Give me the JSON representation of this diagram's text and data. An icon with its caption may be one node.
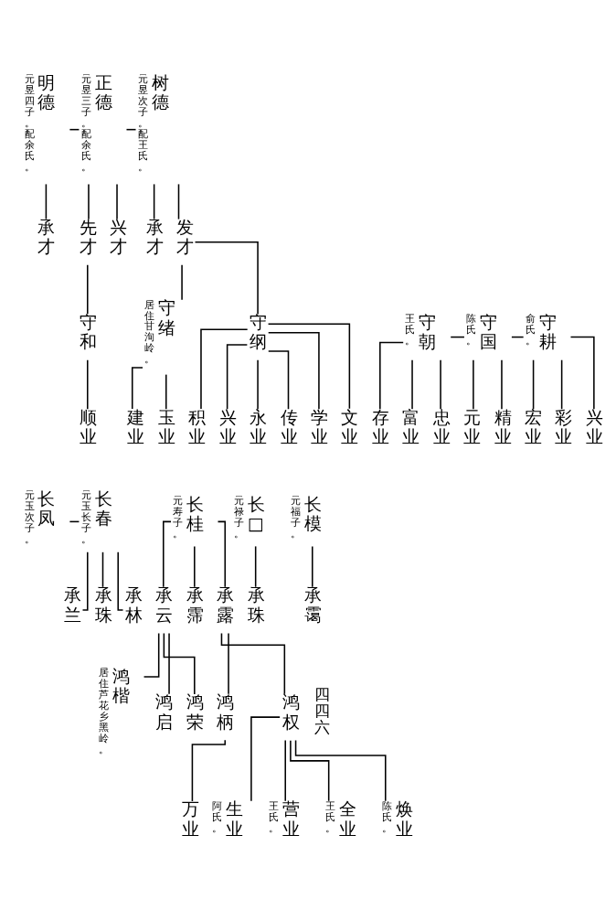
{
  "diagram": {
    "nodes": [
      {
        "text": [
          "树德"
        ],
        "beside": [
          "元昱次子。配王氏。"
        ]
      },
      {
        "text": [
          "正德"
        ],
        "beside": [
          "元昱三子。配余氏。"
        ]
      },
      {
        "text": [
          "明德"
        ],
        "beside": [
          "元昱四子。配余氏。"
        ]
      },
      {
        "text": [
          "发才"
        ]
      },
      {
        "text": [
          "承才"
        ]
      },
      {
        "text": [
          "兴才"
        ]
      },
      {
        "text": [
          "先才"
        ]
      },
      {
        "text": [
          "承才"
        ]
      },
      {
        "text": [
          "守纲"
        ]
      },
      {
        "text": [
          "守绪"
        ],
        "beside": [
          "居住甘洵岭。"
        ]
      },
      {
        "text": [
          "守和"
        ]
      },
      {
        "text": [
          "守耕"
        ],
        "beside": [
          "俞氏。"
        ]
      },
      {
        "text": [
          "守国"
        ],
        "beside": [
          "陈氏。"
        ]
      },
      {
        "text": [
          "守朝"
        ],
        "beside": [
          "王氏。"
        ]
      },
      {
        "text": [
          "兴业"
        ]
      },
      {
        "text": [
          "彩业"
        ]
      },
      {
        "text": [
          "宏业"
        ]
      },
      {
        "text": [
          "精业"
        ]
      },
      {
        "text": [
          "元业"
        ]
      },
      {
        "text": [
          "忠业"
        ]
      },
      {
        "text": [
          "富业"
        ]
      },
      {
        "text": [
          "存业"
        ]
      },
      {
        "text": [
          "文业"
        ]
      },
      {
        "text": [
          "学业"
        ]
      },
      {
        "text": [
          "传业"
        ]
      },
      {
        "text": [
          "永业"
        ]
      },
      {
        "text": [
          "兴业"
        ]
      },
      {
        "text": [
          "积业"
        ]
      },
      {
        "text": [
          "玉业"
        ]
      },
      {
        "text": [
          "建业"
        ]
      },
      {
        "text": [
          "顺业"
        ]
      },
      {
        "text": [
          "长模"
        ],
        "beside": [
          "元福子。"
        ]
      },
      {
        "text": [
          "长□"
        ],
        "beside": [
          "元禄子。"
        ]
      },
      {
        "text": [
          "长桂"
        ],
        "beside": [
          "元寿子。"
        ]
      },
      {
        "text": [
          "长春"
        ],
        "beside": [
          "元玉长子。"
        ]
      },
      {
        "text": [
          "长凤"
        ],
        "beside": [
          "元玉次子。"
        ]
      },
      {
        "text": [
          "承霭"
        ]
      },
      {
        "text": [
          "承珠"
        ]
      },
      {
        "text": [
          "承露"
        ]
      },
      {
        "text": [
          "承霈"
        ]
      },
      {
        "text": [
          "承云"
        ]
      },
      {
        "text": [
          "承林"
        ]
      },
      {
        "text": [
          "承珠"
        ]
      },
      {
        "text": [
          "承兰"
        ]
      },
      {
        "text": [
          "鸿权"
        ]
      },
      {
        "text": [
          "鸿柄"
        ]
      },
      {
        "text": [
          "鸿荣"
        ]
      },
      {
        "text": [
          "鸿启"
        ]
      },
      {
        "text": [
          "鸿楷"
        ],
        "beside": [
          "居住芦花乡黑岭。"
        ]
      },
      {
        "text": [
          "焕业"
        ],
        "beside": [
          "陈氏。"
        ]
      },
      {
        "text": [
          "全业"
        ],
        "beside": [
          "王氏。"
        ]
      },
      {
        "text": [
          "营业"
        ],
        "beside": [
          "王氏。"
        ]
      },
      {
        "text": [
          "生业"
        ],
        "beside": [
          "阿氏。"
        ]
      },
      {
        "text": [
          "万业"
        ]
      }
    ],
    "edges": [
      {
        "from": 2,
        "to": 1,
        "arrow": "none"
      },
      {
        "from": 1,
        "to": 0,
        "arrow": "none"
      },
      {
        "from": 0,
        "to": 4,
        "arrow": "none"
      },
      {
        "from": 0,
        "to": 3,
        "arrow": "none"
      },
      {
        "from": 1,
        "to": 6,
        "arrow": "none"
      },
      {
        "from": 1,
        "to": 5,
        "arrow": "none"
      },
      {
        "from": 2,
        "to": 7,
        "arrow": "none"
      },
      {
        "from": 3,
        "to": 9,
        "arrow": "none"
      },
      {
        "from": 3,
        "to": 8,
        "arrow": "none"
      },
      {
        "from": 6,
        "to": 10,
        "arrow": "none"
      },
      {
        "from": 13,
        "to": 12,
        "arrow": "none"
      },
      {
        "from": 12,
        "to": 11,
        "arrow": "none"
      },
      {
        "from": 8,
        "to": 27,
        "arrow": "none"
      },
      {
        "from": 8,
        "to": 26,
        "arrow": "none"
      },
      {
        "from": 8,
        "to": 25,
        "arrow": "none"
      },
      {
        "from": 8,
        "to": 24,
        "arrow": "none"
      },
      {
        "from": 8,
        "to": 23,
        "arrow": "none"
      },
      {
        "from": 8,
        "to": 22,
        "arrow": "none"
      },
      {
        "from": 9,
        "to": 29,
        "arrow": "none"
      },
      {
        "from": 9,
        "to": 28,
        "arrow": "none"
      },
      {
        "from": 10,
        "to": 30,
        "arrow": "none"
      },
      {
        "from": 11,
        "to": 16,
        "arrow": "none"
      },
      {
        "from": 11,
        "to": 15,
        "arrow": "none"
      },
      {
        "from": 11,
        "to": 14,
        "arrow": "none"
      },
      {
        "from": 12,
        "to": 18,
        "arrow": "none"
      },
      {
        "from": 12,
        "to": 17,
        "arrow": "none"
      },
      {
        "from": 13,
        "to": 21,
        "arrow": "none"
      },
      {
        "from": 13,
        "to": 20,
        "arrow": "none"
      },
      {
        "from": 13,
        "to": 19,
        "arrow": "none"
      },
      {
        "from": 35,
        "to": 34,
        "arrow": "none"
      },
      {
        "from": 31,
        "to": 36,
        "arrow": "none"
      },
      {
        "from": 32,
        "to": 37,
        "arrow": "none"
      },
      {
        "from": 33,
        "to": 40,
        "arrow": "none"
      },
      {
        "from": 33,
        "to": 39,
        "arrow": "none"
      },
      {
        "from": 33,
        "to": 38,
        "arrow": "none"
      },
      {
        "from": 34,
        "to": 43,
        "arrow": "none"
      },
      {
        "from": 34,
        "to": 42,
        "arrow": "none"
      },
      {
        "from": 34,
        "to": 41,
        "arrow": "none"
      },
      {
        "from": 38,
        "to": 45,
        "arrow": "none"
      },
      {
        "from": 38,
        "to": 44,
        "arrow": "none"
      },
      {
        "from": 40,
        "to": 48,
        "arrow": "none"
      },
      {
        "from": 40,
        "to": 47,
        "arrow": "none"
      },
      {
        "from": 40,
        "to": 46,
        "arrow": "none"
      },
      {
        "from": 44,
        "to": 52,
        "arrow": "none"
      },
      {
        "from": 44,
        "to": 51,
        "arrow": "none"
      },
      {
        "from": 44,
        "to": 50,
        "arrow": "none"
      },
      {
        "from": 44,
        "to": 49,
        "arrow": "none"
      },
      {
        "from": 45,
        "to": 53,
        "arrow": "none"
      }
    ],
    "labels": [
      "四四六"
    ]
  }
}
